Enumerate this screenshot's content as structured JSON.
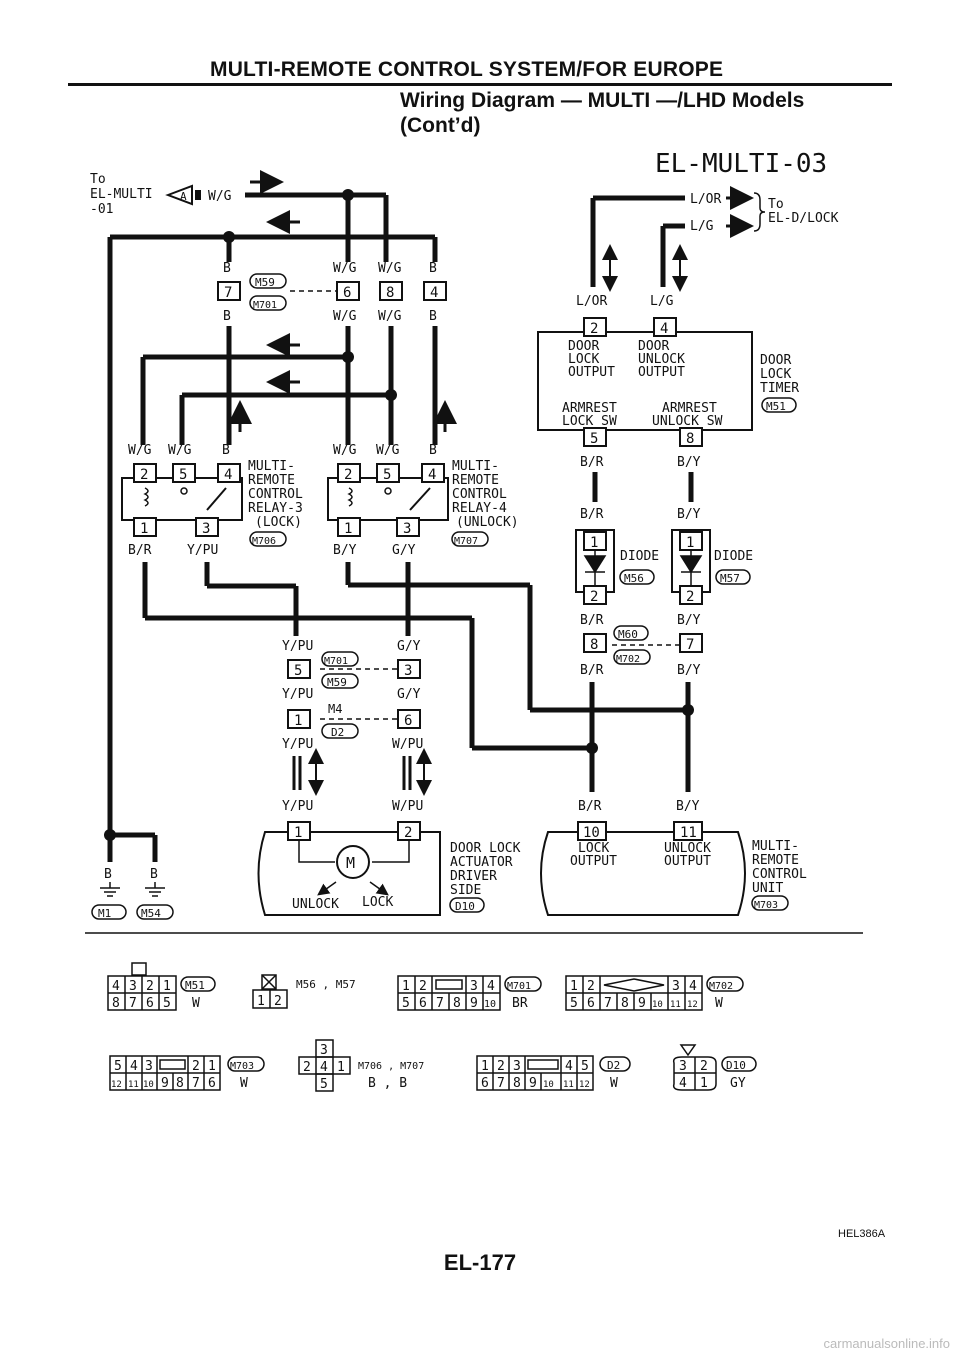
{
  "header": {
    "section": "MULTI-REMOTE CONTROL SYSTEM/FOR EUROPE",
    "title_line1": "Wiring Diagram — MULTI —/LHD Models",
    "title_line2": "(Cont’d)"
  },
  "diagram": {
    "code": "EL-MULTI-03",
    "ref_a": {
      "to": "To",
      "target": "EL-MULTI",
      "target2": "-01",
      "conn": "A",
      "wire": "W/G"
    },
    "ref_lock": {
      "w1": "L/OR",
      "w2": "L/G",
      "to": "To",
      "target": "EL-D/LOCK"
    },
    "joint_top": {
      "labels_top": [
        "B",
        "W/G",
        "W/G",
        "B"
      ],
      "pins": [
        "7",
        "6",
        "8",
        "4"
      ],
      "labels_bottom": [
        "B",
        "W/G",
        "W/G",
        "B"
      ],
      "conn_a": "M59",
      "conn_b": "M701"
    },
    "relay3": {
      "wires_top": [
        "W/G",
        "W/G",
        "B"
      ],
      "pins_top": [
        "2",
        "5",
        "4"
      ],
      "pins_bottom": [
        "1",
        "3"
      ],
      "wires_bottom": [
        "B/R",
        "Y/PU"
      ],
      "name_l1": "MULTI-",
      "name_l2": "REMOTE",
      "name_l3": "CONTROL",
      "name_l4": "RELAY-3",
      "name_l5": "(LOCK)",
      "conn": "M706"
    },
    "relay4": {
      "wires_top": [
        "W/G",
        "W/G",
        "B"
      ],
      "pins_top": [
        "2",
        "5",
        "4"
      ],
      "pins_bottom": [
        "1",
        "3"
      ],
      "wires_bottom": [
        "B/Y",
        "G/Y"
      ],
      "name_l1": "MULTI-",
      "name_l2": "REMOTE",
      "name_l3": "CONTROL",
      "name_l4": "RELAY-4",
      "name_l5": "(UNLOCK)",
      "conn": "M707"
    },
    "timer": {
      "w1": "L/OR",
      "w2": "L/G",
      "pin_l": "2",
      "pin_r": "4",
      "out_l1": "DOOR",
      "out_l2": "LOCK",
      "out_l3": "OUTPUT",
      "out_r1": "DOOR",
      "out_r2": "UNLOCK",
      "out_r3": "OUTPUT",
      "in_l1": "ARMREST",
      "in_l2": "LOCK SW",
      "in_r1": "ARMREST",
      "in_r2": "UNLOCK SW",
      "pin_bl": "5",
      "pin_br": "8",
      "name_l1": "DOOR",
      "name_l2": "LOCK",
      "name_l3": "TIMER",
      "conn": "M51",
      "wire_bl": "B/R",
      "wire_br": "B/Y"
    },
    "diode1": {
      "wire_top": "B/R",
      "pin_top": "1",
      "pin_bottom": "2",
      "name": "DIODE",
      "conn": "M56"
    },
    "diode2": {
      "wire_top": "B/Y",
      "pin_top": "1",
      "pin_bottom": "2",
      "name": "DIODE",
      "conn": "M57"
    },
    "joint_m60": {
      "w_top_l": "B/R",
      "w_top_r": "B/Y",
      "pin_l": "8",
      "pin_r": "7",
      "conn_a": "M60",
      "conn_b": "M702",
      "w_bot_l": "B/R",
      "w_bot_r": "B/Y"
    },
    "joint_m701": {
      "w_top_l": "Y/PU",
      "w_top_r": "G/Y",
      "pin_l": "5",
      "pin_r": "3",
      "conn_a": "M701",
      "conn_b": "M59",
      "w_bot_l": "Y/PU",
      "w_bot_r": "G/Y"
    },
    "joint_m4": {
      "pin_l": "1",
      "pin_r": "6",
      "conn_a": "M4",
      "conn_b": "D2",
      "w_bot_l": "Y/PU",
      "w_bot_r": "W/PU"
    },
    "actuator": {
      "wire_l": "Y/PU",
      "wire_r": "W/PU",
      "pin_l": "1",
      "pin_r": "2",
      "motor": "M",
      "unlock": "UNLOCK",
      "lock": "LOCK",
      "name_l1": "DOOR LOCK",
      "name_l2": "ACTUATOR",
      "name_l3": "DRIVER",
      "name_l4": "SIDE",
      "conn": "D10"
    },
    "control_unit": {
      "wire_l": "B/R",
      "wire_r": "B/Y",
      "pin_l": "10",
      "pin_r": "11",
      "out_l1": "LOCK",
      "out_l2": "OUTPUT",
      "out_r1": "UNLOCK",
      "out_r2": "OUTPUT",
      "name_l1": "MULTI-",
      "name_l2": "REMOTE",
      "name_l3": "CONTROL",
      "name_l4": "UNIT",
      "conn": "M703"
    },
    "grounds": [
      {
        "wire": "B",
        "conn": "M1"
      },
      {
        "wire": "B",
        "conn": "M54"
      }
    ]
  },
  "connector_views": [
    {
      "ids": "M51",
      "color": "W",
      "rows": [
        [
          "4",
          "3",
          "2",
          "1"
        ],
        [
          "8",
          "7",
          "6",
          "5"
        ]
      ]
    },
    {
      "ids": "M56 , M57",
      "color": "",
      "rows": [
        [
          "1",
          "2"
        ]
      ]
    },
    {
      "ids": "M701",
      "color": "BR",
      "rows": [
        [
          "1",
          "2",
          "",
          "3",
          "4"
        ],
        [
          "5",
          "6",
          "7",
          "8",
          "9",
          "10"
        ]
      ]
    },
    {
      "ids": "M702",
      "color": "W",
      "rows": [
        [
          "1",
          "2",
          "",
          "3",
          "4"
        ],
        [
          "5",
          "6",
          "7",
          "8",
          "9",
          "10",
          "11",
          "12"
        ]
      ]
    },
    {
      "ids": "M703",
      "color": "W",
      "rows": [
        [
          "5",
          "4",
          "3",
          "",
          "2",
          "1"
        ],
        [
          "12",
          "11",
          "10",
          "9",
          "8",
          "7",
          "6"
        ]
      ]
    },
    {
      "ids": "M706 , M707",
      "color": "B , B",
      "rows": [
        [
          "3"
        ],
        [
          "2",
          "4",
          "1"
        ],
        [
          "5"
        ]
      ]
    },
    {
      "ids": "D2",
      "color": "W",
      "rows": [
        [
          "1",
          "2",
          "3",
          "",
          "4",
          "5"
        ],
        [
          "6",
          "7",
          "8",
          "9",
          "10",
          "11",
          "12"
        ]
      ]
    },
    {
      "ids": "D10",
      "color": "GY",
      "rows": [
        [
          "3",
          "2"
        ],
        [
          "4",
          "1"
        ]
      ]
    }
  ],
  "footer": {
    "figure_id": "HEL386A",
    "page": "EL-177",
    "site": "carmanualsonline.info"
  }
}
